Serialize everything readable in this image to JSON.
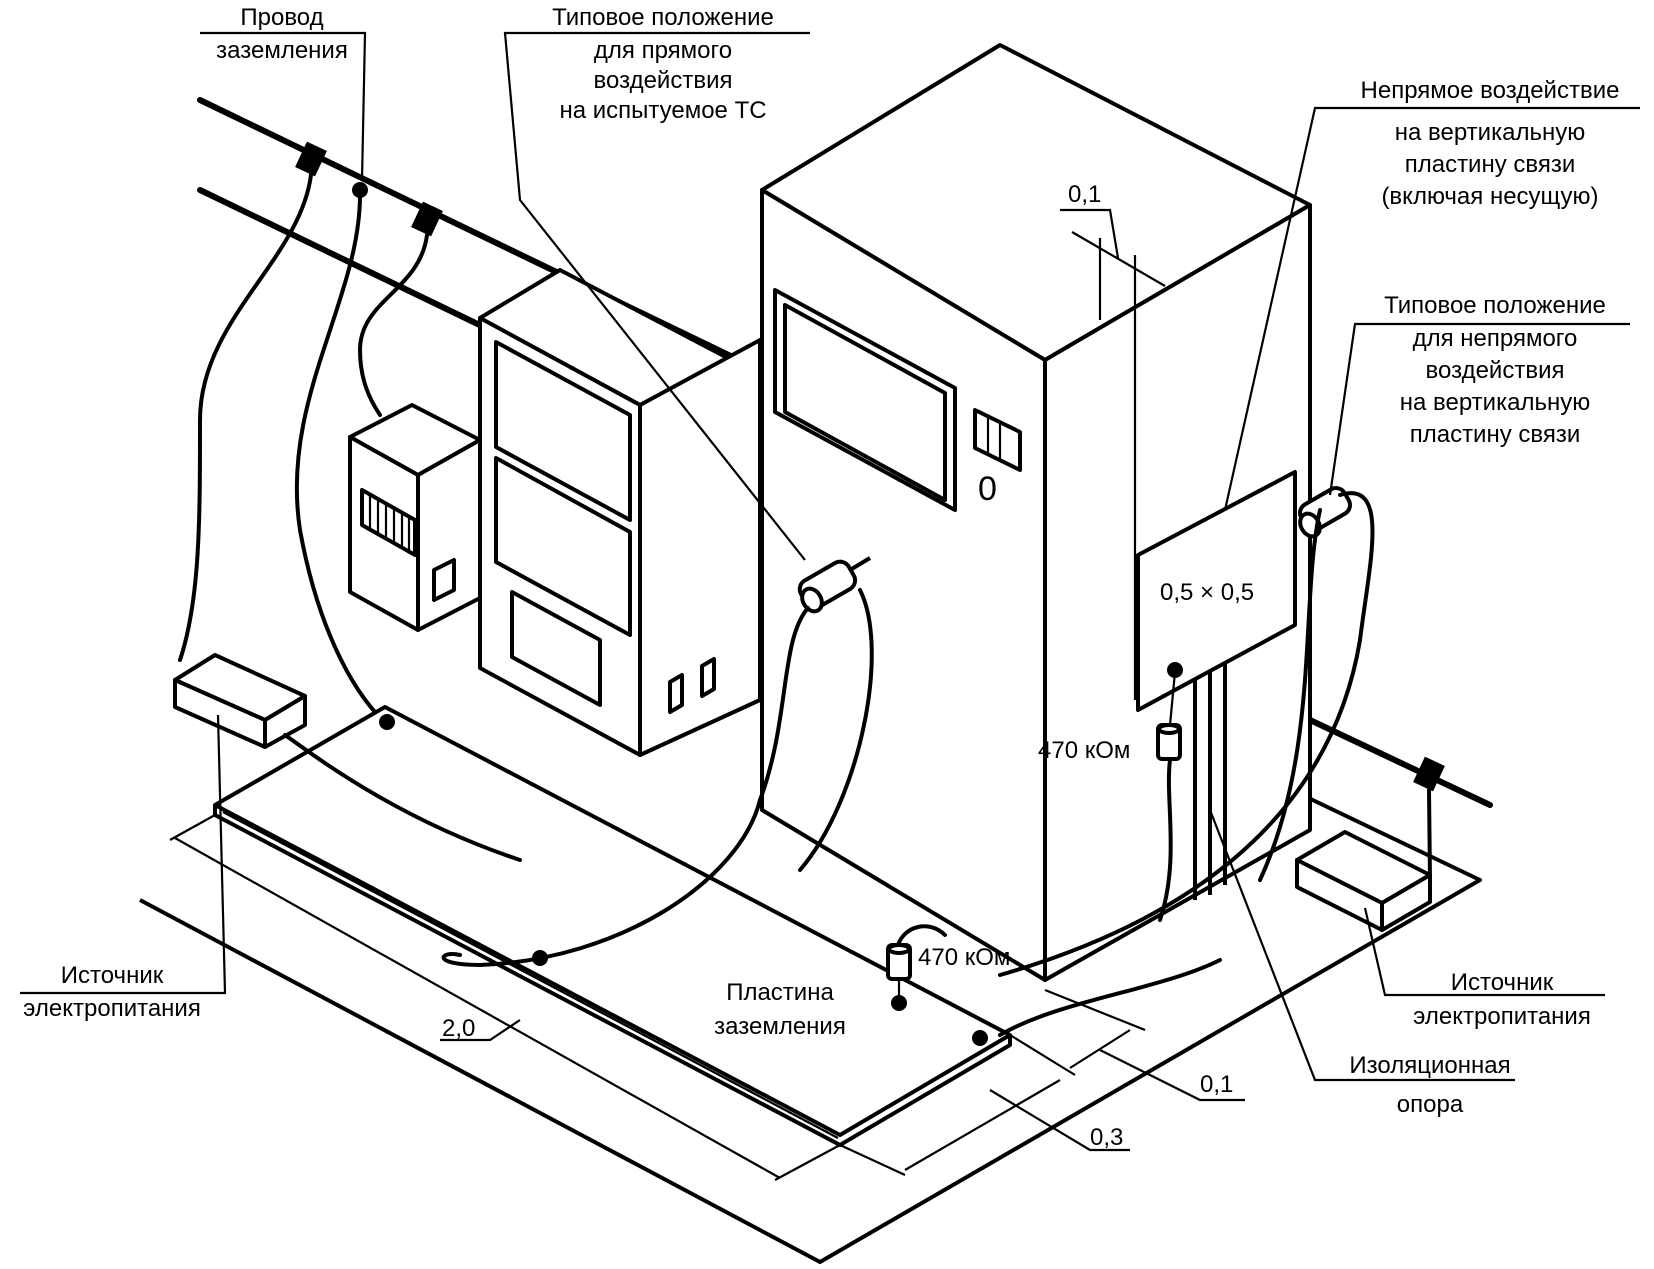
{
  "colors": {
    "ink": "#000000",
    "background": "#ffffff"
  },
  "labels": {
    "ground_wire": [
      "Провод",
      "заземления"
    ],
    "direct_position": [
      "Типовое положение",
      "для прямого",
      "воздействия",
      "на испытуемое ТС"
    ],
    "indirect_vcp": [
      "Непрямое воздействие",
      "на вертикальную",
      "пластину связи",
      "(включая несущую)"
    ],
    "indirect_position": [
      "Типовое положение",
      "для непрямого",
      "воздействия",
      "на вертикальную",
      "пластину связи"
    ],
    "power_source_left": [
      "Источник",
      "электропитания"
    ],
    "power_source_right": [
      "Источник",
      "электропитания"
    ],
    "ground_plane": [
      "Пластина",
      "заземления"
    ],
    "insulating_support": [
      "Изоляционная",
      "опора"
    ],
    "resistor_vcp": "470 кОм",
    "resistor_gp": "470 кОм",
    "vcp_size": "0,5 × 0,5",
    "eut_marking": "0"
  },
  "dimensions": {
    "top_gap": "0,1",
    "plate_length": "2,0",
    "edge_gap": "0,1",
    "plate_width": "0,3"
  }
}
